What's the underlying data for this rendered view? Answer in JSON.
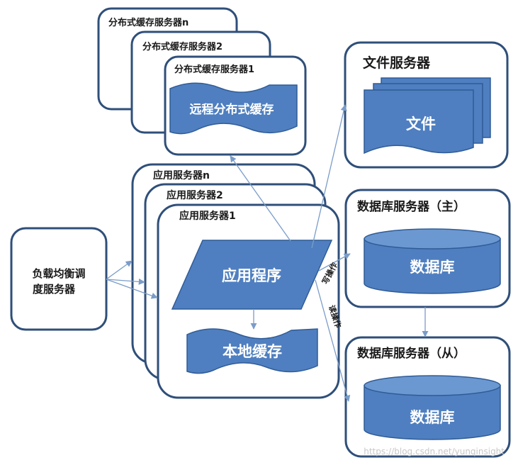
{
  "cache_servers": {
    "n": "分布式缓存服务器n",
    "s2": "分布式缓存服务器2",
    "s1": "分布式缓存服务器1",
    "remote_cache": "远程分布式缓存"
  },
  "file_server": {
    "title": "文件服务器",
    "file": "文件"
  },
  "app_servers": {
    "n": "应用服务器n",
    "s2": "应用服务器2",
    "s1": "应用服务器1",
    "program": "应用程序",
    "local_cache": "本地缓存"
  },
  "load_balancer": {
    "line1": "负载均衡调",
    "line2": "度服务器"
  },
  "db_master": {
    "title": "数据库服务器（主）",
    "db": "数据库"
  },
  "db_slave": {
    "title": "数据库服务器（从）",
    "db": "数据库"
  },
  "ops": {
    "write": "写操作",
    "read": "读操作"
  },
  "watermark": "https://blog.csdn.net/yunqinsight",
  "colors": {
    "border": "#2f4f7a",
    "shape_fill": "#4f7fc0",
    "arrow": "#7a9cc8"
  }
}
